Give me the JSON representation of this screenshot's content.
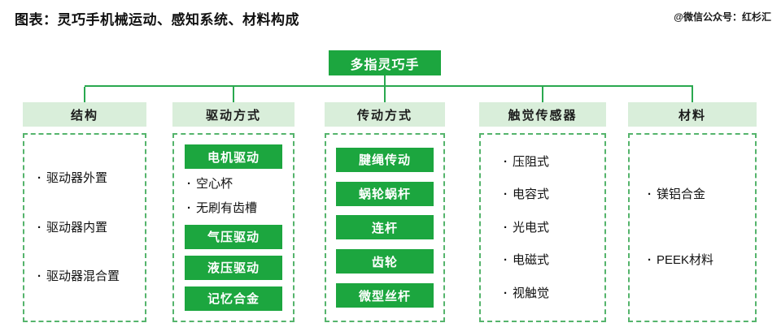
{
  "page": {
    "title": "图表：灵巧手机械运动、感知系统、材料构成",
    "watermark": "@微信公众号：红杉汇"
  },
  "colors": {
    "accent_green": "#1ca63f",
    "header_light_green": "#d9eeda",
    "dashed_border_green": "#55b46c"
  },
  "root": {
    "label": "多指灵巧手"
  },
  "branches": [
    {
      "header": "结构",
      "items": [
        {
          "type": "bullet",
          "label": "驱动器外置"
        },
        {
          "type": "bullet",
          "label": "驱动器内置"
        },
        {
          "type": "bullet",
          "label": "驱动器混合置"
        }
      ]
    },
    {
      "header": "驱动方式",
      "items": [
        {
          "type": "box",
          "label": "电机驱动"
        },
        {
          "type": "bullet",
          "label": "空心杯"
        },
        {
          "type": "bullet",
          "label": "无刷有齿槽"
        },
        {
          "type": "box",
          "label": "气压驱动"
        },
        {
          "type": "box",
          "label": "液压驱动"
        },
        {
          "type": "box",
          "label": "记忆合金"
        }
      ]
    },
    {
      "header": "传动方式",
      "items": [
        {
          "type": "box",
          "label": "腱绳传动"
        },
        {
          "type": "box",
          "label": "蜗轮蜗杆"
        },
        {
          "type": "box",
          "label": "连杆"
        },
        {
          "type": "box",
          "label": "齿轮"
        },
        {
          "type": "box",
          "label": "微型丝杆"
        }
      ]
    },
    {
      "header": "触觉传感器",
      "items": [
        {
          "type": "bullet",
          "label": "压阻式"
        },
        {
          "type": "bullet",
          "label": "电容式"
        },
        {
          "type": "bullet",
          "label": "光电式"
        },
        {
          "type": "bullet",
          "label": "电磁式"
        },
        {
          "type": "bullet",
          "label": "视触觉"
        }
      ]
    },
    {
      "header": "材料",
      "items": [
        {
          "type": "bullet",
          "label": "镁铝合金"
        },
        {
          "type": "bullet",
          "label": "PEEK材料"
        }
      ]
    }
  ]
}
